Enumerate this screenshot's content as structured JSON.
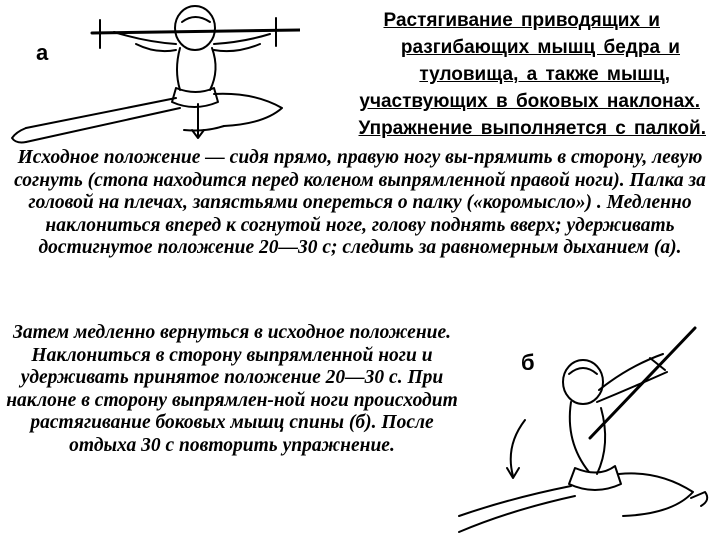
{
  "figure_labels": {
    "a": "а",
    "b": "б"
  },
  "title_lines": [
    "Растягивание приводящих и",
    "разгибающих мышц бедра и",
    "туловища, а также мышц,",
    "участвующих в боковых наклонах.",
    "Упражнение выполняется с палкой."
  ],
  "paragraph_1": "Исходное положение — сидя прямо, правую ногу вы-прямить в сторону, левую согнуть (стопа находится перед коленом выпрямленной правой ноги). Палка за головой на плечах, запястьями опереться о палку («коромысло») . Медленно наклониться вперед к согнутой ноге, голову поднять вверх; удерживать достигнутое положение 20—30 с; следить за равномерным дыханием (а).",
  "paragraph_2": "Затем медленно вернуться в исходное положение. Наклониться в сторону выпрямленной ноги и удерживать принятое положение 20—30 с. При наклоне в сторону выпрямлен-ной ноги происходит растягивание боковых мышц спины (б). После отдыха 30 с повторить упражнение."
}
